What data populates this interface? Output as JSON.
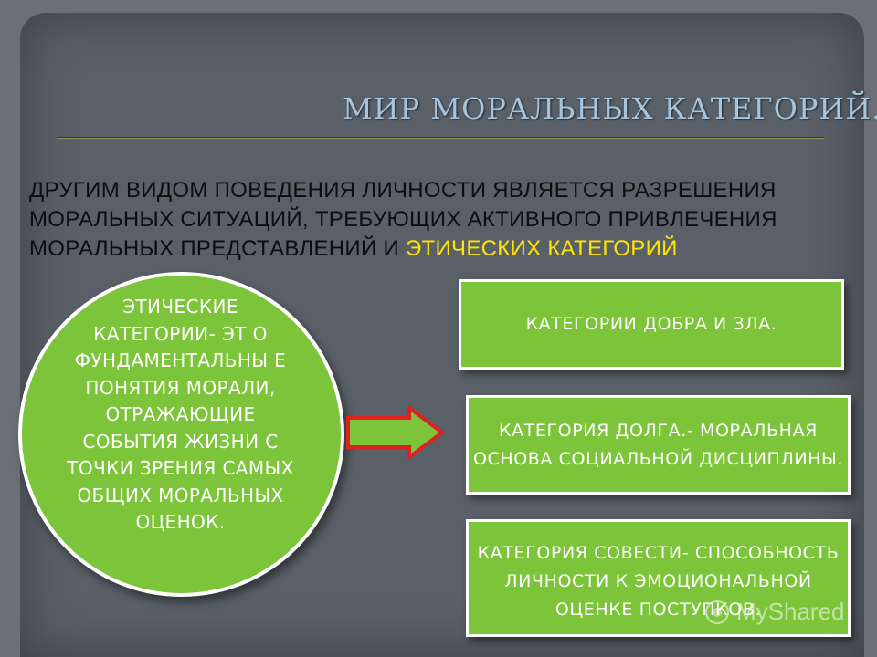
{
  "slide": {
    "title": "МИР МОРАЛЬНЫХ КАТЕГОРИЙ.",
    "intro": {
      "text": "ДРУГИМ  ВИДОМ ПОВЕДЕНИЯ ЛИЧНОСТИ ЯВЛЯЕТСЯ РАЗРЕШЕНИЯ МОРАЛЬНЫХ СИТУАЦИЙ, ТРЕБУЮЩИХ  АКТИВНОГО ПРИВЛЕЧЕНИЯ МОРАЛЬНЫХ ПРЕДСТАВЛЕНИЙ И  ",
      "highlight": "ЭТИЧЕСКИХ КАТЕГОРИЙ"
    },
    "circle_text": "ЭТИЧЕСКИЕ КАТЕГОРИИ- ЭТ О ФУНДАМЕНТАЛЬНЫ Е ПОНЯТИЯ МОРАЛИ, ОТРАЖАЮЩИЕ СОБЫТИЯ ЖИЗНИ С ТОЧКИ ЗРЕНИЯ САМЫХ ОБЩИХ МОРАЛЬНЫХ ОЦЕНОК.",
    "boxes": [
      "КАТЕГОРИИ  ДОБРА И ЗЛА.",
      "КАТЕГОРИЯ ДОЛГА.- МОРАЛЬНАЯ ОСНОВА СОЦИАЛЬНОЙ ДИСЦИПЛИНЫ.",
      "КАТЕГОРИЯ СОВЕСТИ- СПОСОБНОСТЬ ЛИЧНОСТИ  К ЭМОЦИОНАЛЬНОЙ ОЦЕНКЕ ПОСТУПКОВ."
    ],
    "watermark": "MyShared"
  },
  "colors": {
    "background": "#6b7078",
    "panel": "#5a6068",
    "title": "#a6c4dc",
    "green": "#7cc43a",
    "highlight": "#ffe400",
    "arrow_border": "#e02020"
  },
  "icons": {
    "arrow": "right-arrow-icon",
    "watermark_logo": "myshared-logo-icon"
  }
}
